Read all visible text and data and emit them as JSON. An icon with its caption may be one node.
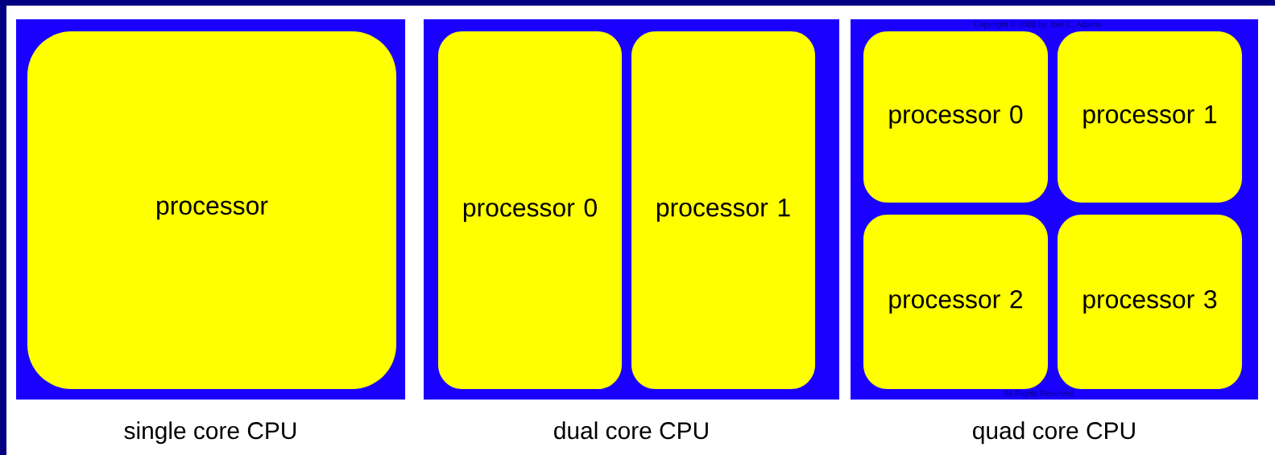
{
  "diagram": {
    "nodes": [
      {
        "text": [
          "single core CPU"
        ]
      },
      {
        "text": [
          "processor"
        ],
        "in": 0
      },
      {
        "text": [
          "dual core CPU"
        ]
      },
      {
        "text": [
          "processor 0"
        ],
        "in": 2
      },
      {
        "text": [
          "processor 1"
        ],
        "in": 2
      },
      {
        "text": [
          "quad core CPU"
        ]
      },
      {
        "text": [
          "processor 0"
        ],
        "in": 5
      },
      {
        "text": [
          "processor 1"
        ],
        "in": 5
      },
      {
        "text": [
          "processor 2"
        ],
        "in": 5
      },
      {
        "text": [
          "processor 3"
        ],
        "in": 5
      }
    ],
    "edges": [],
    "labels": [
      "Copyright © 2008 by Joel C. Adams",
      "All Rights Reserved"
    ]
  }
}
